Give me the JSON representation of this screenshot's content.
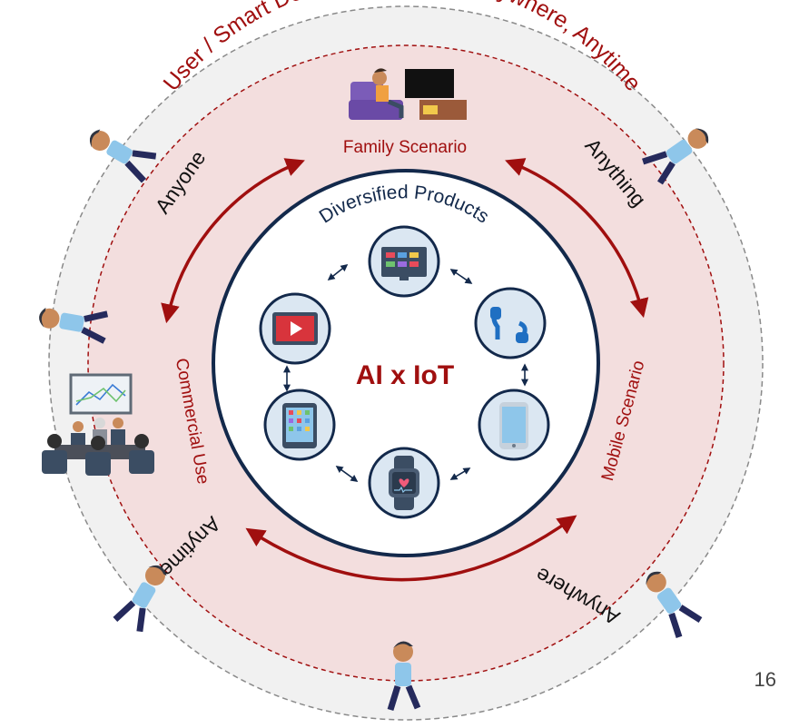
{
  "outer_ring_title": "User / Smart Device Interactions Anywhere, Anytime",
  "scenarios": {
    "family": "Family Scenario",
    "mobile": "Mobile Scenario",
    "commercial": "Commercial Use"
  },
  "ring_words": {
    "anyone": "Anyone",
    "anything": "Anything",
    "anywhere": "Anywhere",
    "anytime": "Anytime"
  },
  "center": {
    "products_title": "Diversified Products",
    "core_label": "AI x IoT"
  },
  "devices": [
    {
      "name": "smart-tv-icon"
    },
    {
      "name": "earbuds-icon"
    },
    {
      "name": "smartphone-icon"
    },
    {
      "name": "smartwatch-icon"
    },
    {
      "name": "tablet-icon"
    },
    {
      "name": "video-player-icon"
    }
  ],
  "page_number": "16",
  "colors": {
    "accent_red": "#a00f0f",
    "navy": "#13294b",
    "outer_ring_fill": "#f1f1f1",
    "inner_ring_fill": "#f3dede",
    "shirt_blue": "#8ec6ea",
    "pants_navy": "#252a5c"
  }
}
